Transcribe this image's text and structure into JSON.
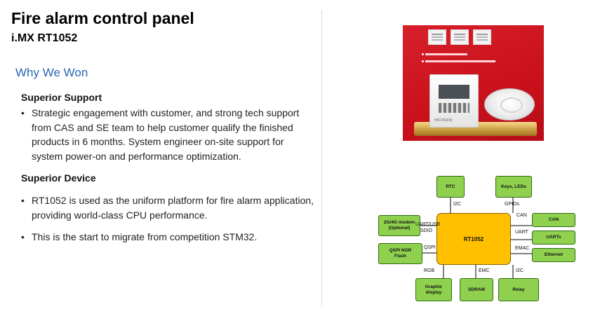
{
  "header": {
    "title": "Fire alarm control panel",
    "subtitle": "i.MX RT1052"
  },
  "section_title": "Why We Won",
  "support": {
    "heading": "Superior Support",
    "bullet": "Strategic engagement with customer, and strong tech support from CAS and SE team to help customer qualify the finished products in 6 months. System engineer on-site support for system power-on and performance optimization."
  },
  "device": {
    "heading": "Superior Device",
    "bullets": [
      "RT1052 is used as the uniform platform for fire alarm application, providing world-class CPU performance.",
      "This is the start to migrate from competition STM32."
    ]
  },
  "bullet_glyph": "•",
  "photo": {
    "brand": "HIKVISION"
  },
  "diagram": {
    "core": "RT1052",
    "blocks": {
      "rtc": "RTC",
      "keys": "Keys, LEDs",
      "modem": "2G/4G modem\n(Optional)",
      "qspi": "QSPI NOR\nFlash",
      "can": "CAN",
      "uarts": "UARTs",
      "ethernet": "Ethernet",
      "graphic": "Graphic\ndisplay",
      "sdram": "SDRAM",
      "relay": "Relay"
    },
    "labels": {
      "i2c_top": "I2C",
      "gpios": "GPIOs",
      "uart_usb": "UART/USB",
      "sdio": "SDIO",
      "qspi": "QSPI",
      "can": "CAN",
      "uart": "UART",
      "emac": "EMAC",
      "rgb": "RGB",
      "emc": "EMC",
      "i2c_bottom": "I2C"
    },
    "colors": {
      "block_fill": "#8fd14f",
      "core_fill": "#ffc000"
    }
  },
  "colors": {
    "section_title": "#2c64b4",
    "photo_bg": "#d8202b"
  }
}
